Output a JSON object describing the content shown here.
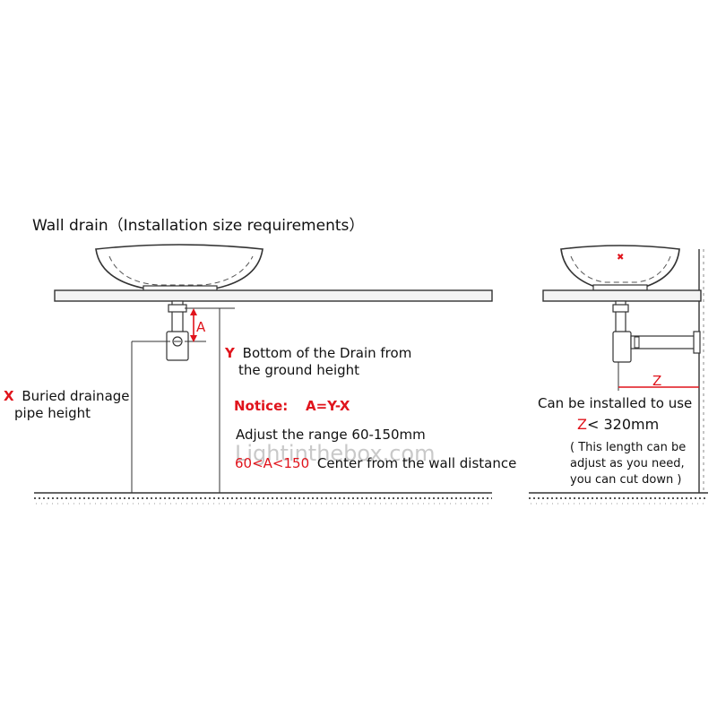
{
  "title": "Wall drain（Installation size requirements）",
  "labels": {
    "a_marker": "A",
    "y_marker": "Y",
    "y_text_line1": "Bottom of the Drain from",
    "y_text_line2": "the ground height",
    "x_marker": "X",
    "x_text_line1": "Buried drainage",
    "x_text_line2": "pipe height",
    "notice_label": "Notice:",
    "notice_formula": "A=Y-X",
    "adjust_text": "Adjust the range 60-150mm",
    "range_red": "60<A<150",
    "range_text": "Center from the wall distance",
    "z_marker": "Z",
    "can_install": "Can be installed to use",
    "z_limit_red": "Z",
    "z_limit_text": "< 320mm",
    "note_line1": "( This length can be",
    "note_line2": "adjust as you need,",
    "note_line3": "you can cut down )"
  },
  "watermark": {
    "part1": "Light",
    "part2": "in",
    "part3": "thebox",
    "part4": ".com"
  },
  "colors": {
    "accent_red": "#e0141c",
    "line": "#333333",
    "watermark": "#c9c9c9"
  }
}
